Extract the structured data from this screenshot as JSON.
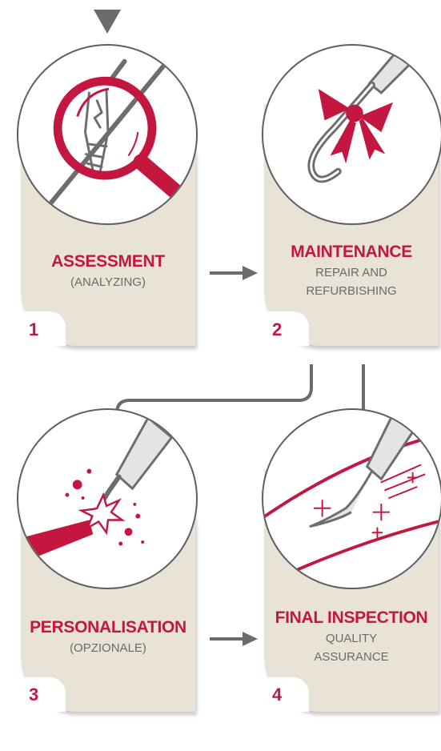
{
  "steps": [
    {
      "number": "1",
      "title": "ASSESSMENT",
      "subtitle_lines": [
        "(ANALYZING)"
      ],
      "icon": "magnifier-cracked-tool-icon"
    },
    {
      "number": "2",
      "title": "MAINTENANCE",
      "subtitle_lines": [
        "REPAIR AND",
        "REFURBISHING"
      ],
      "icon": "tool-with-bow-icon"
    },
    {
      "number": "3",
      "title": "PERSONALISATION",
      "subtitle_lines": [
        "(OPZIONALE)"
      ],
      "icon": "laser-engraving-tool-icon"
    },
    {
      "number": "4",
      "title": "FINAL INSPECTION",
      "subtitle_lines": [
        "QUALITY",
        "ASSURANCE"
      ],
      "icon": "sparkling-tool-icon"
    }
  ],
  "colors": {
    "accent": "#c4173f",
    "card": "#e9e2d6",
    "arrow": "#6b6b6b",
    "outline": "#5f5f5f"
  }
}
